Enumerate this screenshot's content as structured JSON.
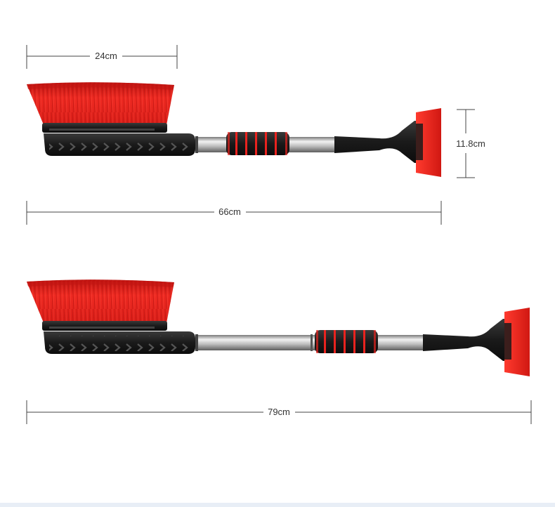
{
  "colors": {
    "bristle_red": "#e8231f",
    "bristle_dark": "#9a1210",
    "handle_black": "#1c1c1c",
    "shaft_silver": "#c9c9c9",
    "scraper_red": "#e8231f",
    "dimension_line": "#444444"
  },
  "dimensions": {
    "brush_width": "24cm",
    "scraper_height": "11.8cm",
    "length_retracted": "66cm",
    "length_extended": "79cm"
  }
}
